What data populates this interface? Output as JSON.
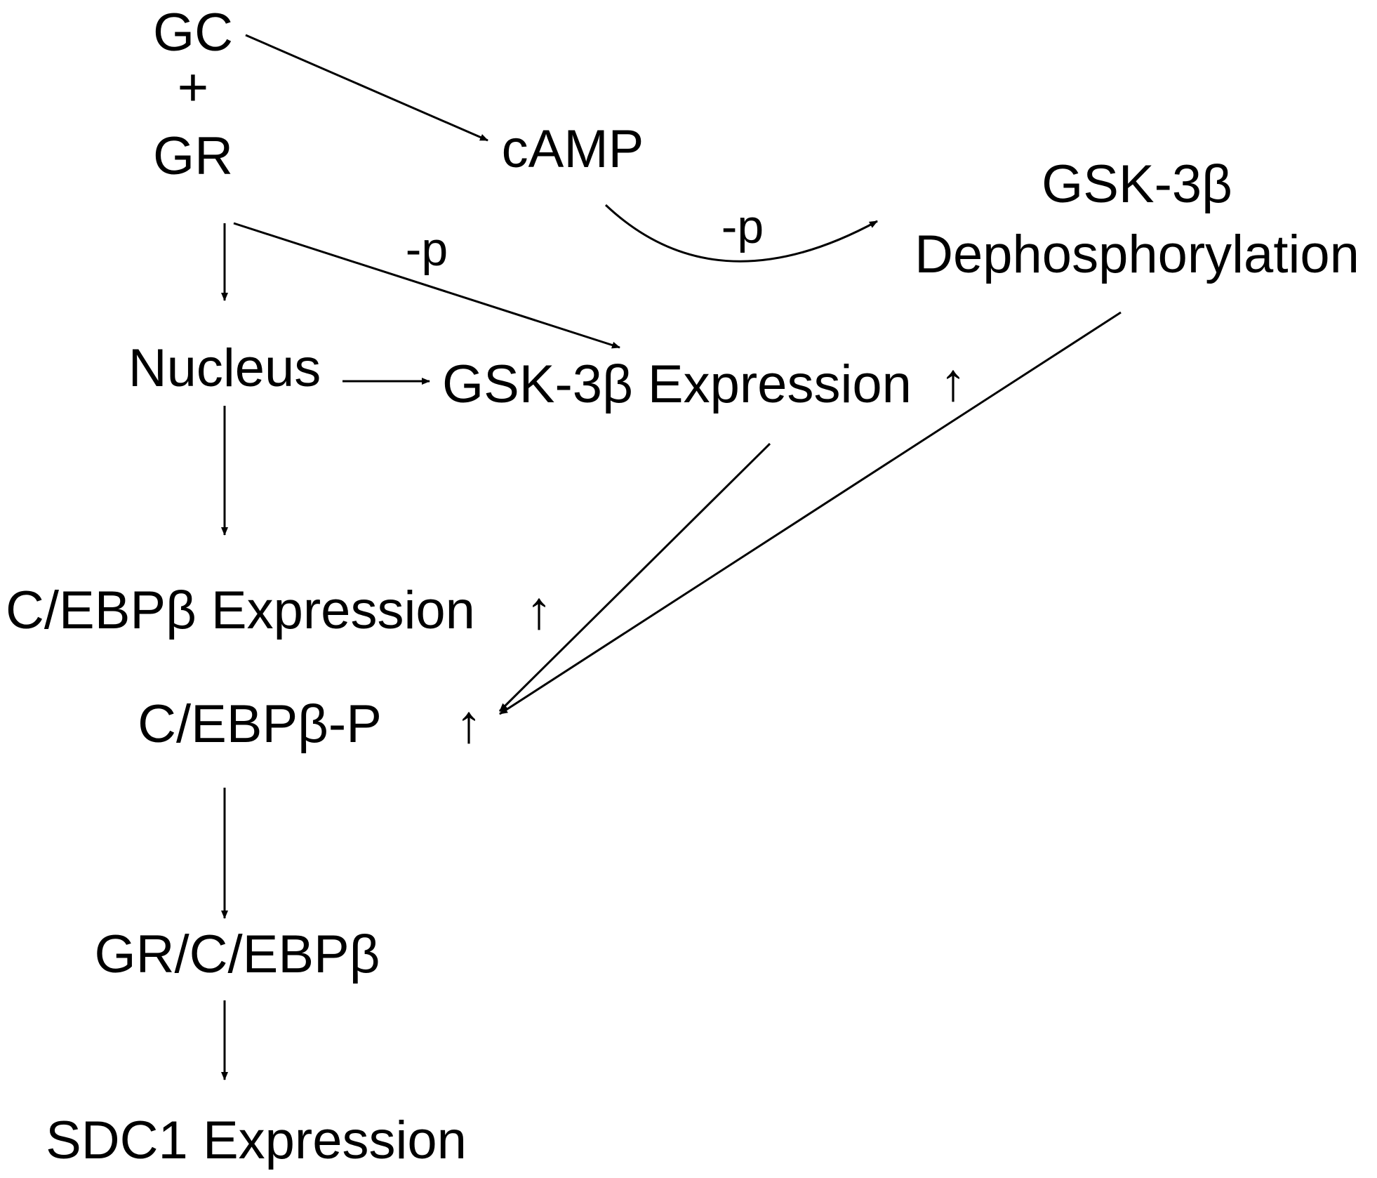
{
  "nodes": {
    "gc": "GC",
    "plus": "+",
    "gr": "GR",
    "camp": "cAMP",
    "gsk_dephos_line1": "GSK-3β",
    "gsk_dephos_line2": "Dephosphorylation",
    "nucleus": "Nucleus",
    "gsk_expression": "GSK-3β Expression",
    "cebpb_expression": "C/EBPβ Expression",
    "cebpb_p": "C/EBPβ-P",
    "gr_cebpb": "GR/C/EBPβ",
    "sdc1_expression": "SDC1 Expression"
  },
  "edge_labels": {
    "camp_to_gsk": "-p",
    "gr_to_gsk_expression": "-p"
  },
  "indicators": {
    "up_arrow": "↑"
  },
  "colors": {
    "foreground": "#000000",
    "background": "#ffffff"
  }
}
